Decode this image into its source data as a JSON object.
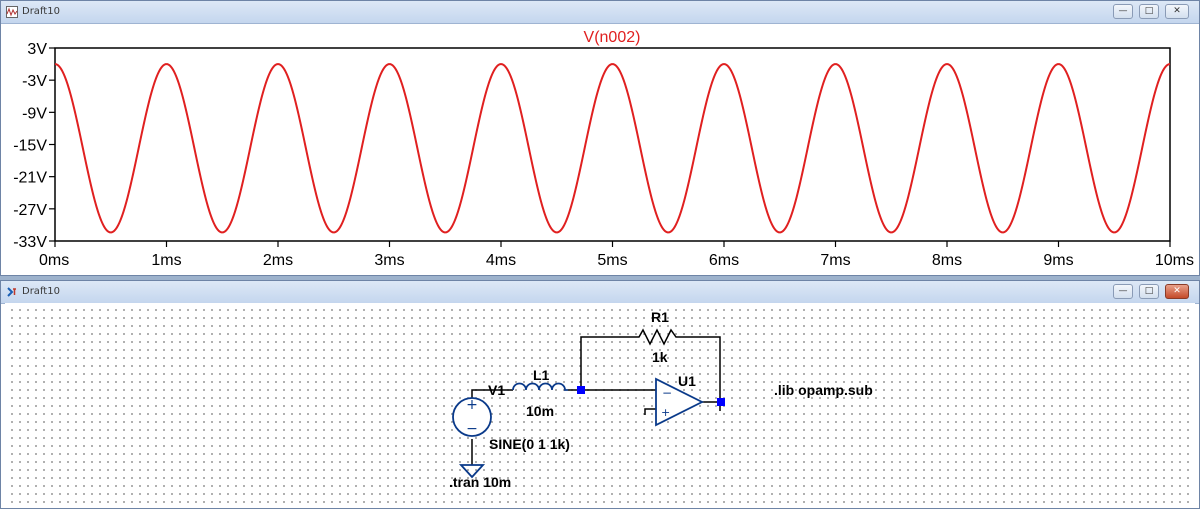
{
  "waveform_window": {
    "title": "Draft10",
    "buttons": {
      "minimize": "—",
      "maximize": "□",
      "close": "✕"
    }
  },
  "schematic_window": {
    "title": "Draft10",
    "buttons": {
      "minimize": "—",
      "maximize": "□",
      "close": "✕"
    }
  },
  "chart_data": {
    "type": "line",
    "title": "V(n002)",
    "xlabel": "",
    "ylabel": "",
    "xlim": [
      0,
      10
    ],
    "ylim": [
      -33,
      3
    ],
    "x_unit": "ms",
    "y_unit": "V",
    "x_ticks": [
      "0ms",
      "1ms",
      "2ms",
      "3ms",
      "4ms",
      "5ms",
      "6ms",
      "7ms",
      "8ms",
      "9ms",
      "10ms"
    ],
    "x_tick_values": [
      0,
      1,
      2,
      3,
      4,
      5,
      6,
      7,
      8,
      9,
      10
    ],
    "y_ticks": [
      "3V",
      "-3V",
      "-9V",
      "-15V",
      "-21V",
      "-27V",
      "-33V"
    ],
    "y_tick_values": [
      3,
      -3,
      -9,
      -15,
      -21,
      -27,
      -33
    ],
    "grid": false,
    "series": [
      {
        "name": "V(n002)",
        "color": "#e02020",
        "function": "sinusoid",
        "frequency_khz": 1,
        "max": 0,
        "min": -31.4,
        "max_at_ms": [
          0,
          1,
          2,
          3,
          4,
          5,
          6,
          7,
          8,
          9,
          10
        ],
        "min_at_ms": [
          0.5,
          1.5,
          2.5,
          3.5,
          4.5,
          5.5,
          6.5,
          7.5,
          8.5,
          9.5
        ]
      }
    ]
  },
  "schematic": {
    "colors": {
      "wire": "#000000",
      "component": "#0a3a8a",
      "node": "#0000ff"
    },
    "labels": {
      "r1_name": "R1",
      "r1_value": "1k",
      "l1_name": "L1",
      "l1_value": "10m",
      "v1_name": "V1",
      "v1_value": "SINE(0 1 1k)",
      "u1_name": "U1",
      "lib_directive": ".lib opamp.sub",
      "tran_directive": ".tran 10m"
    },
    "opamp_pins": {
      "inverting": "−",
      "noninverting": "+"
    },
    "source_signs": {
      "plus": "+",
      "minus": "−"
    }
  }
}
